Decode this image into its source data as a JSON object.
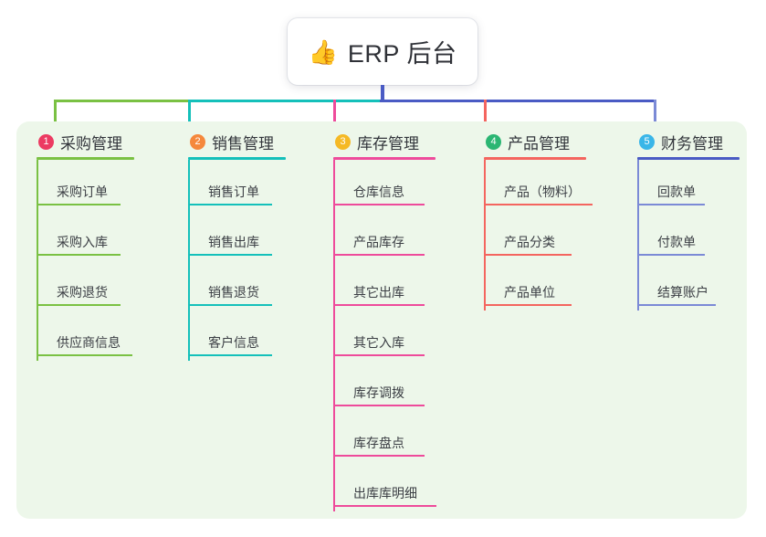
{
  "root": {
    "emoji": "👍",
    "emoji_name": "thumbs-up-emoji",
    "title": "ERP 后台"
  },
  "theme": {
    "panel_bg": "#edf7ea",
    "page_bg": "#ffffff",
    "root_stem": "#4a5bc4",
    "text": "#33363c"
  },
  "columns": [
    {
      "index": "1",
      "title": "采购管理",
      "badge_color": "#ec3b62",
      "rule_color": "#7ac143",
      "line_color": "#7ac143",
      "items": [
        {
          "label": "采购订单"
        },
        {
          "label": "采购入库"
        },
        {
          "label": "采购退货"
        },
        {
          "label": "供应商信息"
        }
      ]
    },
    {
      "index": "2",
      "title": "销售管理",
      "badge_color": "#f5883c",
      "rule_color": "#14c0ba",
      "line_color": "#14c0ba",
      "items": [
        {
          "label": "销售订单"
        },
        {
          "label": "销售出库"
        },
        {
          "label": "销售退货"
        },
        {
          "label": "客户信息"
        }
      ]
    },
    {
      "index": "3",
      "title": "库存管理",
      "badge_color": "#f5b925",
      "rule_color": "#ee4b9b",
      "line_color": "#ee4b9b",
      "items": [
        {
          "label": "仓库信息"
        },
        {
          "label": "产品库存"
        },
        {
          "label": "其它出库"
        },
        {
          "label": "其它入库"
        },
        {
          "label": "库存调拨"
        },
        {
          "label": "库存盘点"
        },
        {
          "label": "出库库明细"
        }
      ]
    },
    {
      "index": "4",
      "title": "产品管理",
      "badge_color": "#2bb673",
      "rule_color": "#f4655f",
      "line_color": "#f4655f",
      "items": [
        {
          "label": "产品（物料）"
        },
        {
          "label": "产品分类"
        },
        {
          "label": "产品单位"
        }
      ]
    },
    {
      "index": "5",
      "title": "财务管理",
      "badge_color": "#3ab6e8",
      "rule_color": "#4a5bc4",
      "line_color": "#7b8ad6",
      "items": [
        {
          "label": "回款单"
        },
        {
          "label": "付款单"
        },
        {
          "label": "结算账户"
        }
      ]
    }
  ],
  "connectors": {
    "segments": [
      {
        "name": "bar-green",
        "color": "#7ac143"
      },
      {
        "name": "bar-teal",
        "color": "#14c0ba"
      },
      {
        "name": "bar-indigo",
        "color": "#4a5bc4"
      }
    ]
  }
}
